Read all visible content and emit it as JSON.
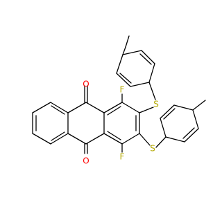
{
  "molecule": {
    "atoms": {
      "o1": "O",
      "o2": "O",
      "f1": "F",
      "f2": "F",
      "s1": "S",
      "s2": "S"
    },
    "colors": {
      "oxygen": "#ff0000",
      "fluorine": "#b3a800",
      "sulfur": "#b3a800",
      "bond": "#000000",
      "background": "#ffffff"
    }
  }
}
